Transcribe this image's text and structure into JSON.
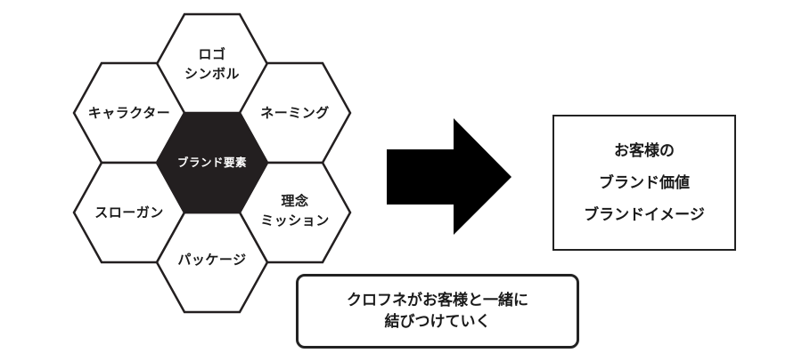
{
  "hexagons": {
    "center": "ブランド要素",
    "top": [
      "ロゴ",
      "シンボル"
    ],
    "upper_left": "キャラクター",
    "upper_right": "ネーミング",
    "lower_left": "スローガン",
    "lower_right": [
      "理念",
      "ミッション"
    ],
    "bottom": "パッケージ"
  },
  "result_box": [
    "お客様の",
    "ブランド価値",
    "ブランドイメージ"
  ],
  "message_box": [
    "クロフネがお客様と一緒に",
    "結びつけていく"
  ],
  "colors": {
    "center_fill": "#231f20",
    "stroke": "#231f20"
  }
}
